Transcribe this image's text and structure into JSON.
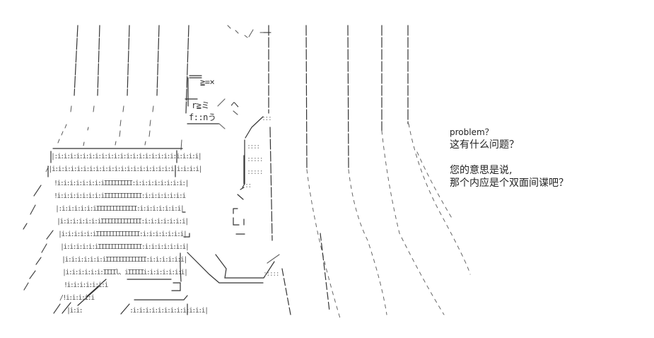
{
  "dialogue": {
    "line1": "problem？",
    "line2": "这有什么问题？",
    "line3": "您的意思是说,",
    "line4": "那个内应是个双面间谍吧？"
  },
  "art": {
    "face_marks": {
      "brow": "≧=×",
      "eye_upper": "r≧ミ",
      "eye_lower": "f::nう",
      "caret": "ヘ"
    },
    "texture_rows": [
      "|:i:i:i:i:i:i:i:i:i:i:i:i:i:i:i:i:i:i:i:i:i:i:i|",
      "/|i:i:i:i:i:i:i:i:i:i:i:i:i:i:i:i:i:i:i:i:i:i:i:i|",
      "!i:i:i:i:i:i:i:iIIIIIIIII:i:i:i:i:i:i:i:i:|",
      "!i:i:i:i:i:i:i:iIIIIIIIIIIII:i:i:i:i:i:i:i",
      "|:i:i:i:i:i:iIIIIIIIIIIIII:i:i:i:i:i:i:i|",
      "|i:i:i:i:i:i:iIIIIIIIIIIIII:i:i:i:i:i:i:i|",
      "|i:i:i:i:i:iIIIIIIIIIIIIII:i:i:i:i:i:i:i|",
      "|i:i:i:i:i:iIIIIIIIIIIIIII:i:i:i:i:i:i:i|",
      "|i:i:i:i:i:i:iIIIIIIIIIIIII:i:i:i:i:i:i|",
      "|i:i:i:i:i:i:IIIIl、iIIIIIi:i:i:i:i:i:i|",
      "!i:i:i:i:i:i:i",
      "/!i:i:i:i:i",
      "|i:i:",
      ":i:i:i:i:i:i:i:i:i:i:i:i|"
    ],
    "dotted_fill": [
      ":::",
      "::::",
      ":::::",
      ":::::",
      ":::::",
      "::"
    ]
  }
}
